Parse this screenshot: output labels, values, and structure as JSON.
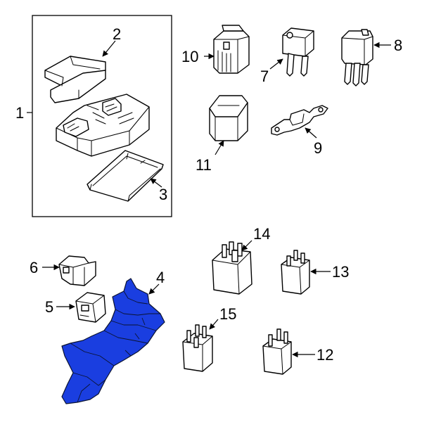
{
  "colors": {
    "highlight": "#1a3ee0",
    "line": "#000000",
    "background": "#ffffff"
  },
  "callouts": [
    {
      "id": "1",
      "text": "1"
    },
    {
      "id": "2",
      "text": "2"
    },
    {
      "id": "3",
      "text": "3"
    },
    {
      "id": "4",
      "text": "4"
    },
    {
      "id": "5",
      "text": "5"
    },
    {
      "id": "6",
      "text": "6"
    },
    {
      "id": "7",
      "text": "7"
    },
    {
      "id": "8",
      "text": "8"
    },
    {
      "id": "9",
      "text": "9"
    },
    {
      "id": "10",
      "text": "10"
    },
    {
      "id": "11",
      "text": "11"
    },
    {
      "id": "12",
      "text": "12"
    },
    {
      "id": "13",
      "text": "13"
    },
    {
      "id": "14",
      "text": "14"
    },
    {
      "id": "15",
      "text": "15"
    }
  ],
  "highlighted_part": "4"
}
